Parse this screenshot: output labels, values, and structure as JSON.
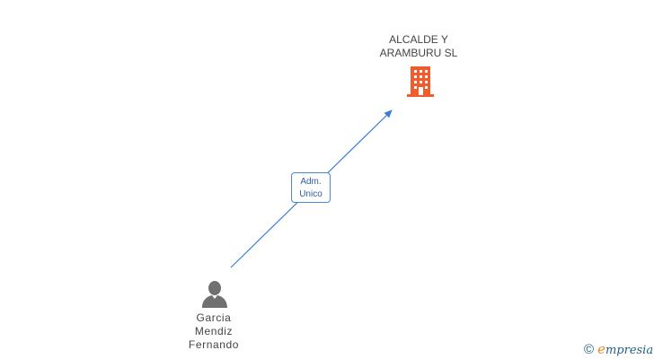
{
  "company": {
    "name_lines": [
      "ALCALDE Y",
      "ARAMBURU SL"
    ],
    "icon": "building-icon",
    "icon_color": "#f25c2c"
  },
  "person": {
    "name_lines": [
      "Garcia",
      "Mendiz",
      "Fernando"
    ],
    "icon": "person-icon",
    "icon_color": "#707070"
  },
  "relation": {
    "role_lines": [
      "Adm.",
      "Unico"
    ],
    "line_color": "#3a7fd5"
  },
  "footer": {
    "copyright_symbol": "©",
    "brand_initial": "e",
    "brand_rest": "mpresia"
  }
}
